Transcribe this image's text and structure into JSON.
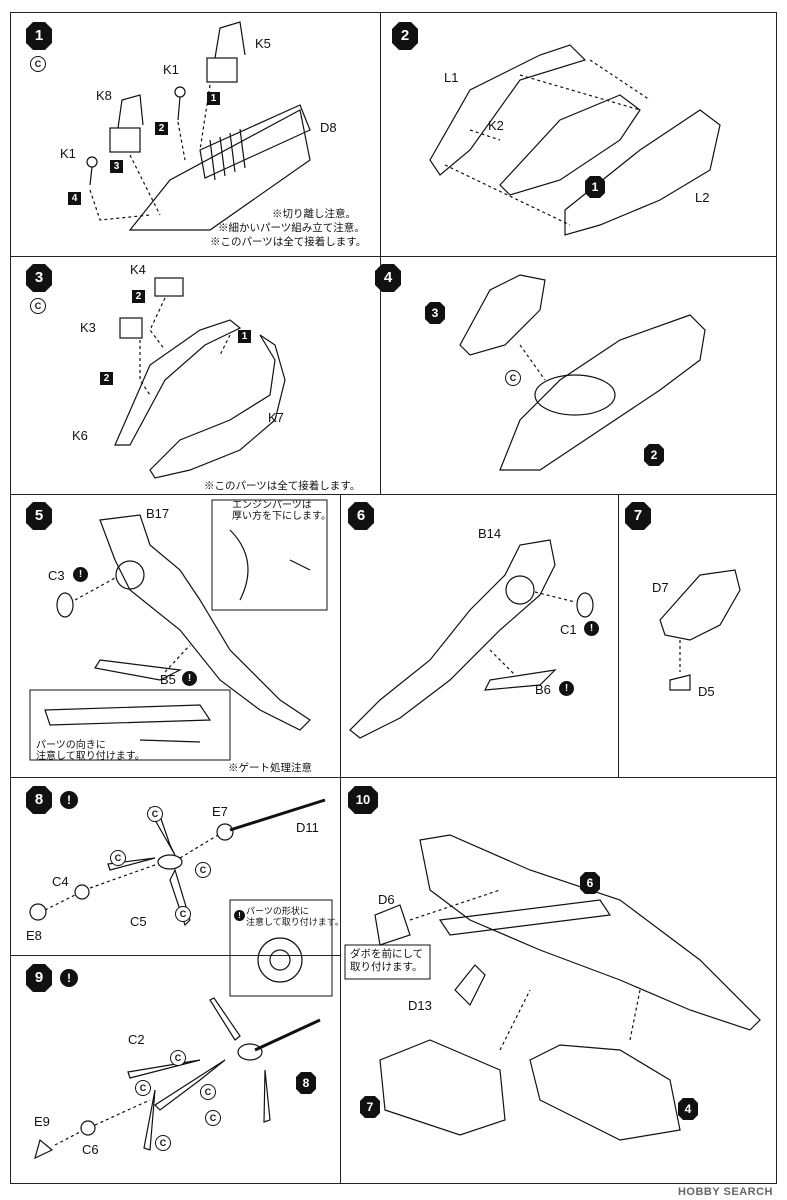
{
  "steps": [
    "1",
    "2",
    "3",
    "4",
    "5",
    "6",
    "7",
    "8",
    "9",
    "10"
  ],
  "step1": {
    "parts": [
      "K5",
      "K1",
      "K8",
      "D8",
      "K1"
    ],
    "seq": [
      "1",
      "2",
      "3",
      "4"
    ],
    "cement": "C",
    "notes": [
      "※切り離し注意。",
      "※細かいパーツ組み立て注意。",
      "※このパーツは全て接着します。"
    ]
  },
  "step2": {
    "parts": [
      "L1",
      "K2",
      "L2"
    ],
    "ref": "1"
  },
  "step3": {
    "parts": [
      "K4",
      "K3",
      "K6",
      "K7"
    ],
    "seq": [
      "2",
      "2",
      "1"
    ],
    "cement": "C",
    "note": "※このパーツは全て接着します。"
  },
  "step4": {
    "refs": [
      "3",
      "2"
    ],
    "cement": "C"
  },
  "step5": {
    "parts": [
      "B17",
      "C3",
      "B5"
    ],
    "inset_note": "エンジンパーツは\n厚い方を下にします。",
    "detail_note": "パーツの向きに\n注意して取り付けます。",
    "gate_note": "※ゲート処理注意"
  },
  "step6": {
    "parts": [
      "B14",
      "C1",
      "B6"
    ]
  },
  "step7": {
    "parts": [
      "D7",
      "D5"
    ]
  },
  "step8": {
    "parts": [
      "E7",
      "D11",
      "C4",
      "E8",
      "C5"
    ],
    "cement": "C"
  },
  "step8_note": "パーツの形状に\n注意して取り付けます。",
  "step9": {
    "parts": [
      "C2",
      "E9",
      "C6"
    ],
    "ref": "8",
    "cement": "C"
  },
  "step10": {
    "parts": [
      "D6",
      "D13"
    ],
    "refs": [
      "6",
      "7",
      "4"
    ],
    "note": "ダボを前にして\n取り付けます。"
  },
  "warn_mark": "!",
  "footer": "HOBBY SEARCH"
}
